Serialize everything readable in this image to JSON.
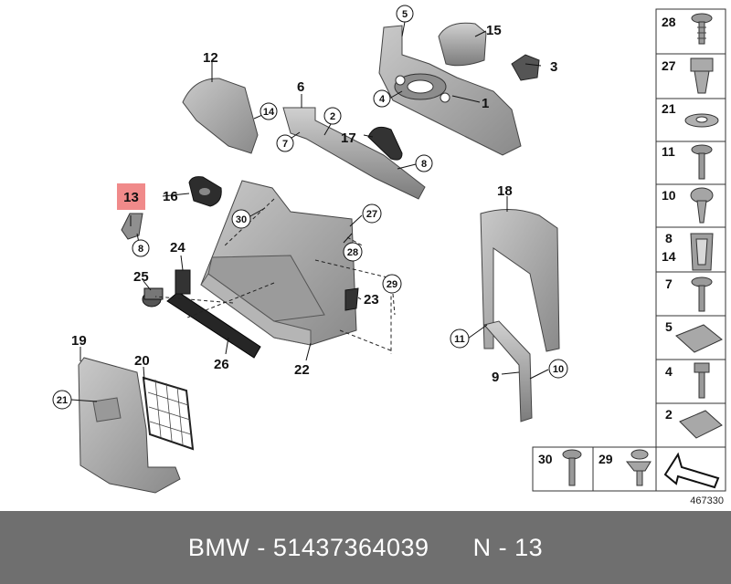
{
  "footer": {
    "brand": "BMW",
    "sep": " - ",
    "part_number": "51437364039",
    "position": "N - 13"
  },
  "reference": "467330",
  "highlighted_callout": "13",
  "colors": {
    "highlight": "#f08a8a",
    "part_fill": "#a8a8a8",
    "part_dark": "#6e6e6e",
    "footer_bg": "#6f6f6f"
  },
  "callouts": {
    "c1": "1",
    "c2": "2",
    "c3": "3",
    "c4": "4",
    "c5": "5",
    "c6": "6",
    "c7": "7",
    "c8a": "8",
    "c8b": "8",
    "c9": "9",
    "c10": "10",
    "c11": "11",
    "c12": "12",
    "c13": "13",
    "c14": "14",
    "c15": "15",
    "c16": "16",
    "c17": "17",
    "c18": "18",
    "c19": "19",
    "c20": "20",
    "c21": "21",
    "c22": "22",
    "c23": "23",
    "c24": "24",
    "c25": "25",
    "c26": "26",
    "c27": "27",
    "c28": "28",
    "c29": "29",
    "c30": "30"
  },
  "fastener_legend": {
    "r28": "28",
    "r27": "27",
    "r21": "21",
    "r11": "11",
    "r10": "10",
    "r8": "8",
    "r14": "14",
    "r7": "7",
    "r5": "5",
    "r4": "4",
    "r2": "2",
    "b30": "30",
    "b29": "29"
  }
}
